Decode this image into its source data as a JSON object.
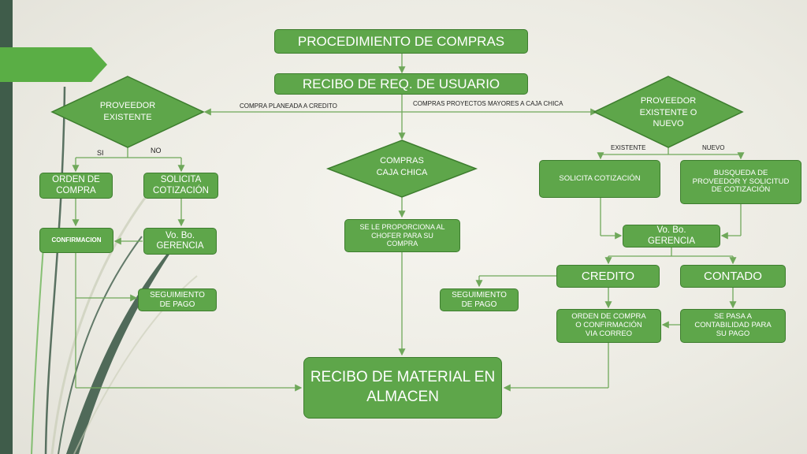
{
  "nodes": {
    "procedimiento": "PROCEDIMIENTO DE COMPRAS",
    "recibo_req": "RECIBO DE REQ. DE USUARIO",
    "proveedor_existente": "PROVEEDOR\nEXISTENTE",
    "proveedor_existente_nuevo": "PROVEEDOR\nEXISTENTE O\nNUEVO",
    "compras_caja_chica": "COMPRAS\nCAJA CHICA",
    "orden_compra": "ORDEN DE\nCOMPRA",
    "solicita_cotizacion_left": "SOLICITA\nCOTIZACIÓN",
    "confirmacion": "CONFIRMACION",
    "vobo_left": "Vo. Bo.\nGERENCIA",
    "seguimiento_left": "SEGUIMIENTO\nDE PAGO",
    "se_le_proporciona": "SE LE PROPORCIONA AL\nCHOFER PARA SU\nCOMPRA",
    "solicita_cotizacion_right": "SOLICITA COTIZACIÓN",
    "busqueda_proveedor": "BUSQUEDA DE\nPROVEEDOR Y SOLICITUD\nDE COTIZACIÓN",
    "vobo_right": "Vo. Bo.\nGERENCIA",
    "credito": "CREDITO",
    "contado": "CONTADO",
    "seguimiento_mid": "SEGUIMIENTO\nDE PAGO",
    "orden_confirmacion_correo": "ORDEN DE COMPRA\nO CONFIRMACIÓN\nVIA CORREO",
    "se_pasa_contabilidad": "SE PASA A\nCONTABILIDAD PARA\nSU PAGO",
    "recibo_material": "RECIBO DE MATERIAL EN\nALMACEN"
  },
  "labels": {
    "compra_planeada": "COMPRA PLANEADA A CREDITO",
    "compras_proyectos": "COMPRAS PROYECTOS MAYORES A CAJA CHICA",
    "si": "SI",
    "no": "NO",
    "existente": "EXISTENTE",
    "nuevo": "NUEVO"
  },
  "colors": {
    "node_fill": "#5ea64a",
    "node_border": "#3d7d2e",
    "connector": "#6fa85a",
    "left_bar": "#3f5c4a",
    "banner": "#5aae45"
  }
}
